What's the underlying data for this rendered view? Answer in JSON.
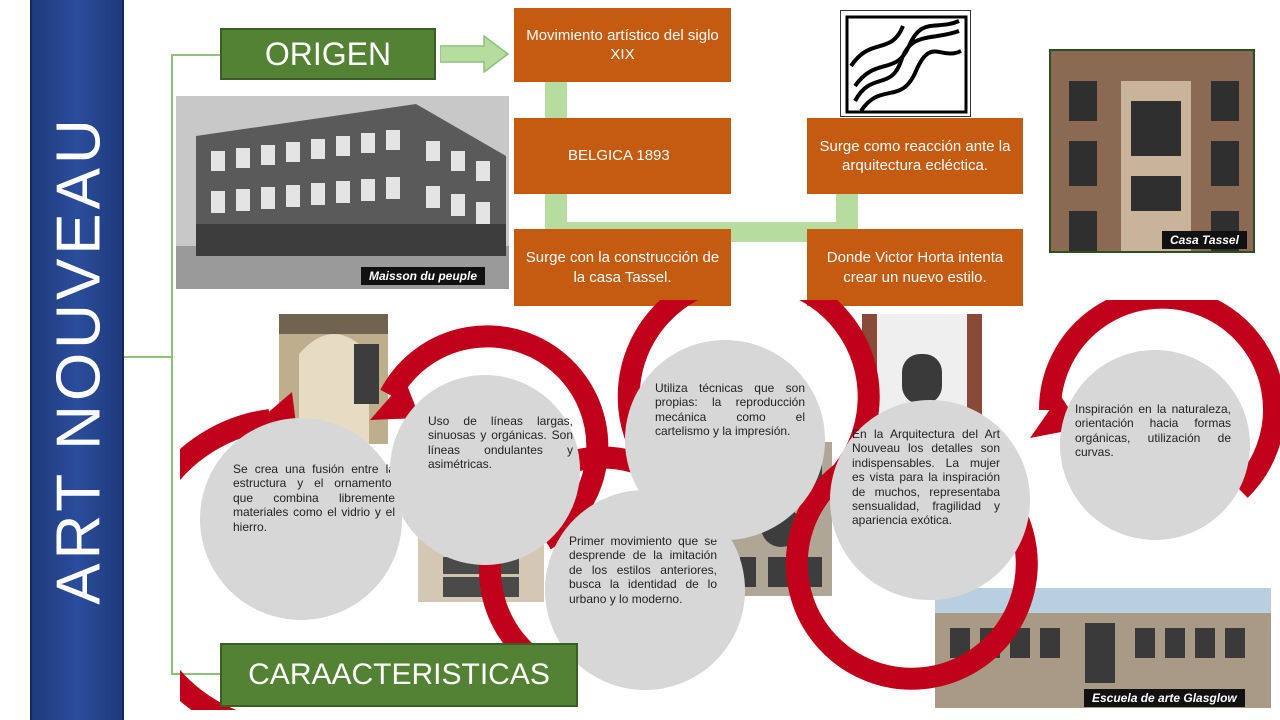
{
  "side_title": "ART NOUVEAU",
  "labels": {
    "origen": "ORIGEN",
    "caracteristicas": "CARAACTERISTICAS"
  },
  "origin_boxes": [
    "Movimiento artístico del siglo XIX",
    "BELGICA 1893",
    "Surge con la construcción de la casa Tassel.",
    "Surge como reacción ante la arquitectura ecléctica.",
    "Donde Victor Horta intenta crear un nuevo estilo."
  ],
  "captions": {
    "maisson": "Maisson du peuple",
    "tassel": "Casa Tassel",
    "glasgow": "Escuela de arte Glasglow"
  },
  "characteristics": [
    "Se crea una fusión entre la estructura y el ornamento, que combina libremente materiales como el vidrio y el hierro.",
    "Uso de líneas largas, sinuosas y orgánicas. Son líneas ondulantes y asimétricas.",
    "Primer movimiento que se desprende de la imitación de los estilos anteriores, busca la identidad de lo urbano y lo moderno.",
    "Utiliza técnicas que son propias: la reproducción mecánica como el cartelismo y la impresión.",
    "En la Arquitectura del Art Nouveau los detalles son indispensables. La mujer es vista para la inspiración de muchos, representaba sensualidad, fragilidad y apariencia exótica.",
    "Inspiración en la naturaleza, orientación hacia formas orgánicas, utilización de curvas."
  ],
  "colors": {
    "side_bar": "#2a4d9c",
    "green_label": "#548235",
    "orange_box": "#c55a11",
    "connector": "#8fc07a",
    "arrow_ring": "#c0001a",
    "circle_fill": "#d7d7d7"
  }
}
